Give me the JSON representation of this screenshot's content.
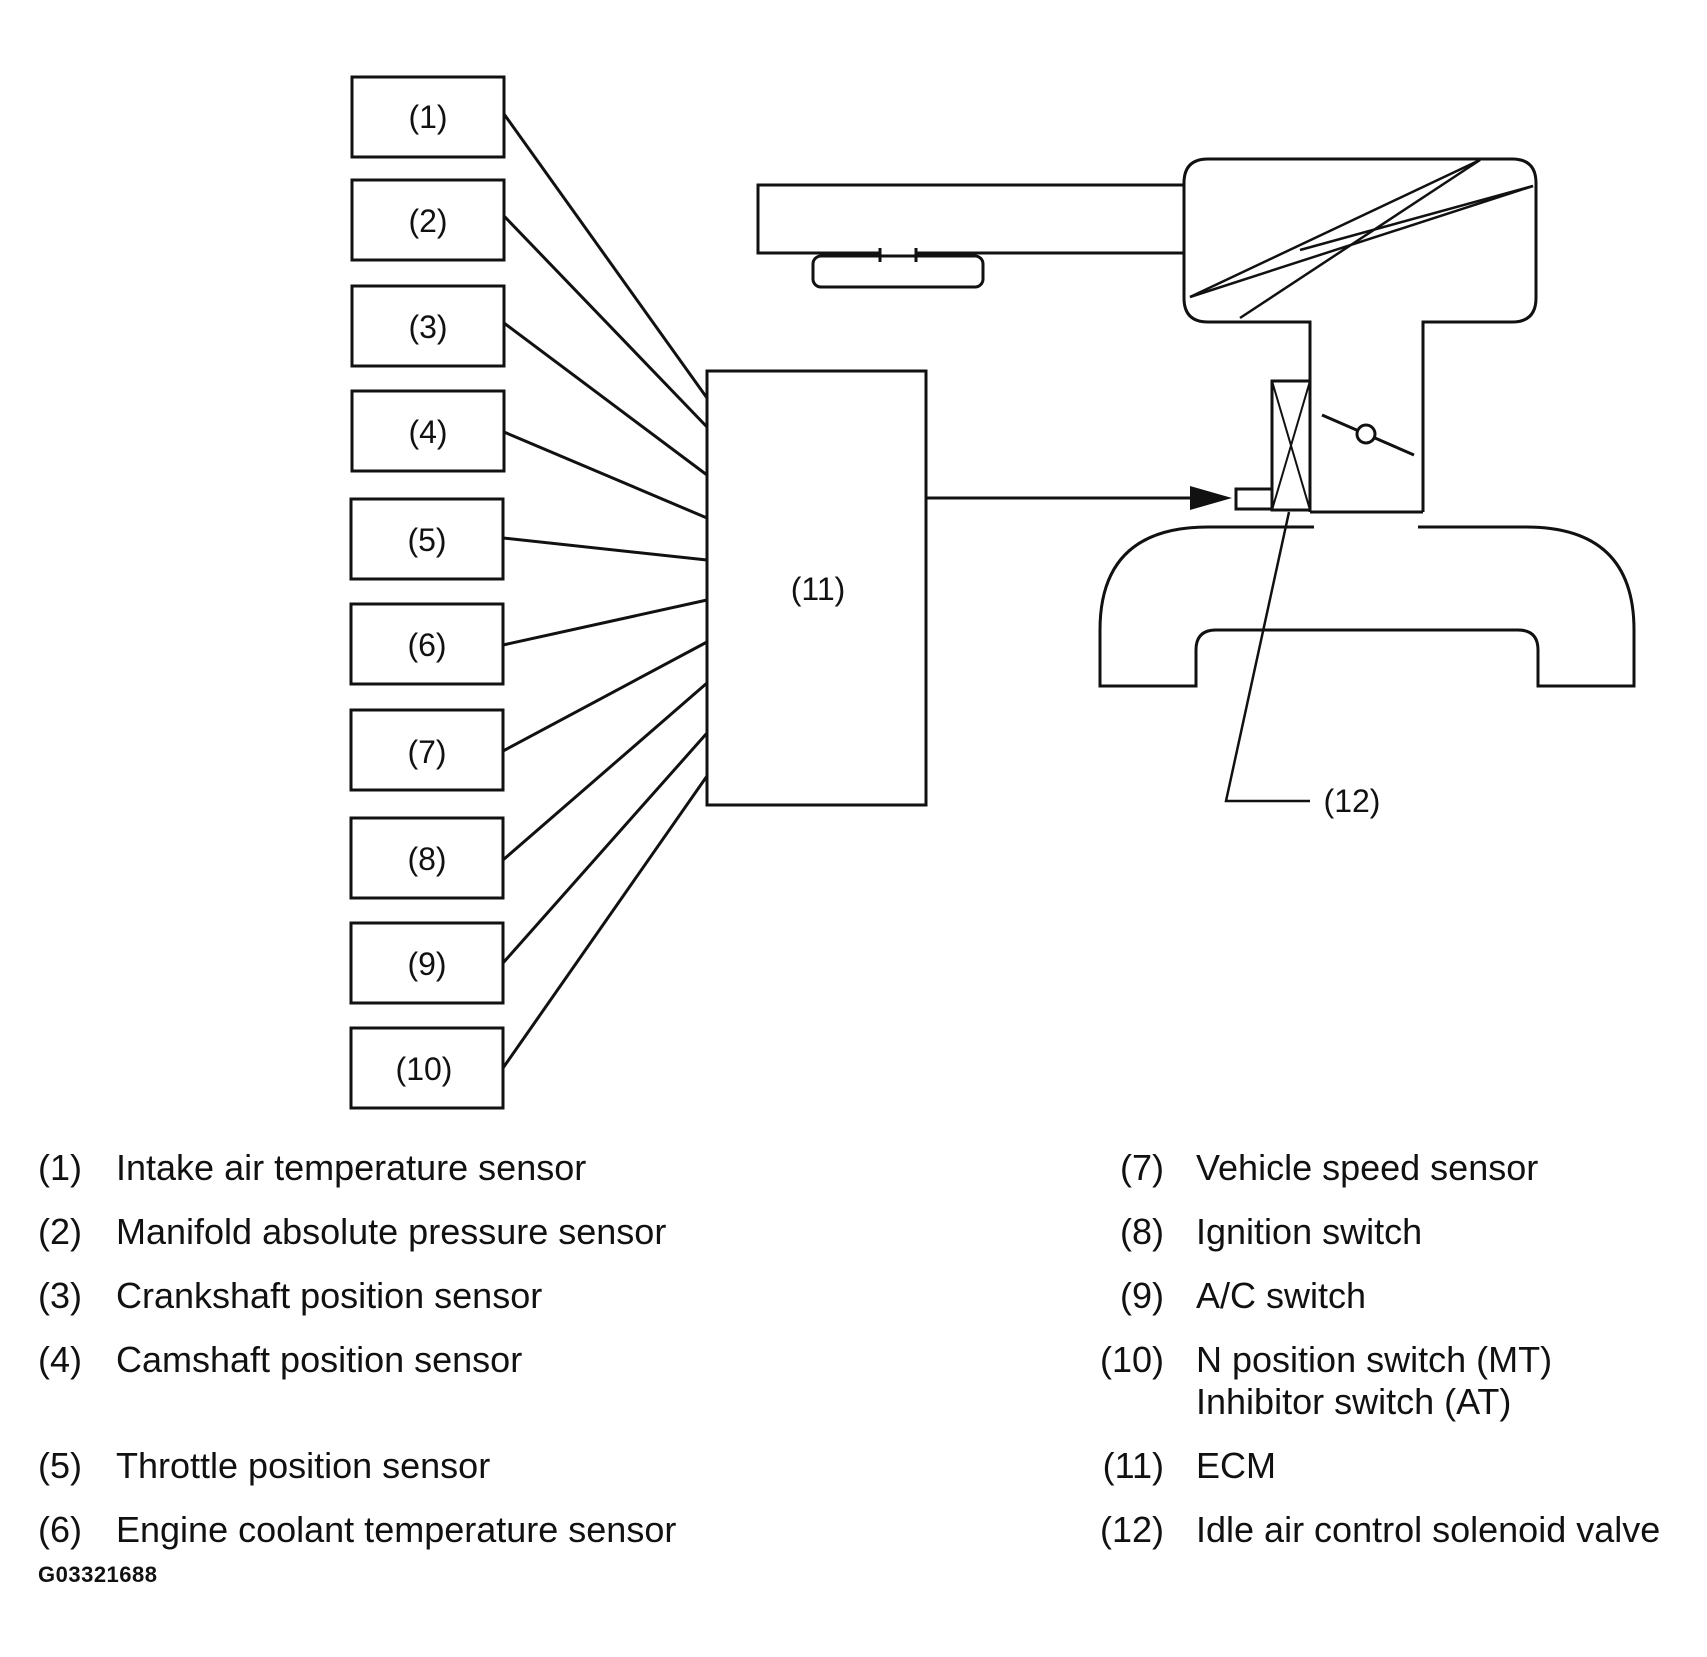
{
  "diagram": {
    "sensor_boxes": [
      "(1)",
      "(2)",
      "(3)",
      "(4)",
      "(5)",
      "(6)",
      "(7)",
      "(8)",
      "(9)",
      "(10)"
    ],
    "ecm_label": "(11)",
    "valve_callout": "(12)"
  },
  "legend": {
    "left": [
      {
        "num": "(1)",
        "text": "Intake air temperature sensor"
      },
      {
        "num": "(2)",
        "text": "Manifold absolute pressure sensor"
      },
      {
        "num": "(3)",
        "text": "Crankshaft position sensor"
      },
      {
        "num": "(4)",
        "text": "Camshaft position sensor"
      },
      {
        "num": "(5)",
        "text": "Throttle position sensor"
      },
      {
        "num": "(6)",
        "text": "Engine coolant temperature sensor"
      }
    ],
    "right": [
      {
        "num": "(7)",
        "text": "Vehicle speed sensor"
      },
      {
        "num": "(8)",
        "text": "Ignition switch"
      },
      {
        "num": "(9)",
        "text": "A/C switch"
      },
      {
        "num": "(10)",
        "text": "N position switch (MT)",
        "text2": "Inhibitor switch (AT)"
      },
      {
        "num": "(11)",
        "text": "ECM"
      },
      {
        "num": "(12)",
        "text": "Idle air control solenoid valve"
      }
    ]
  },
  "figure_id": "G03321688"
}
